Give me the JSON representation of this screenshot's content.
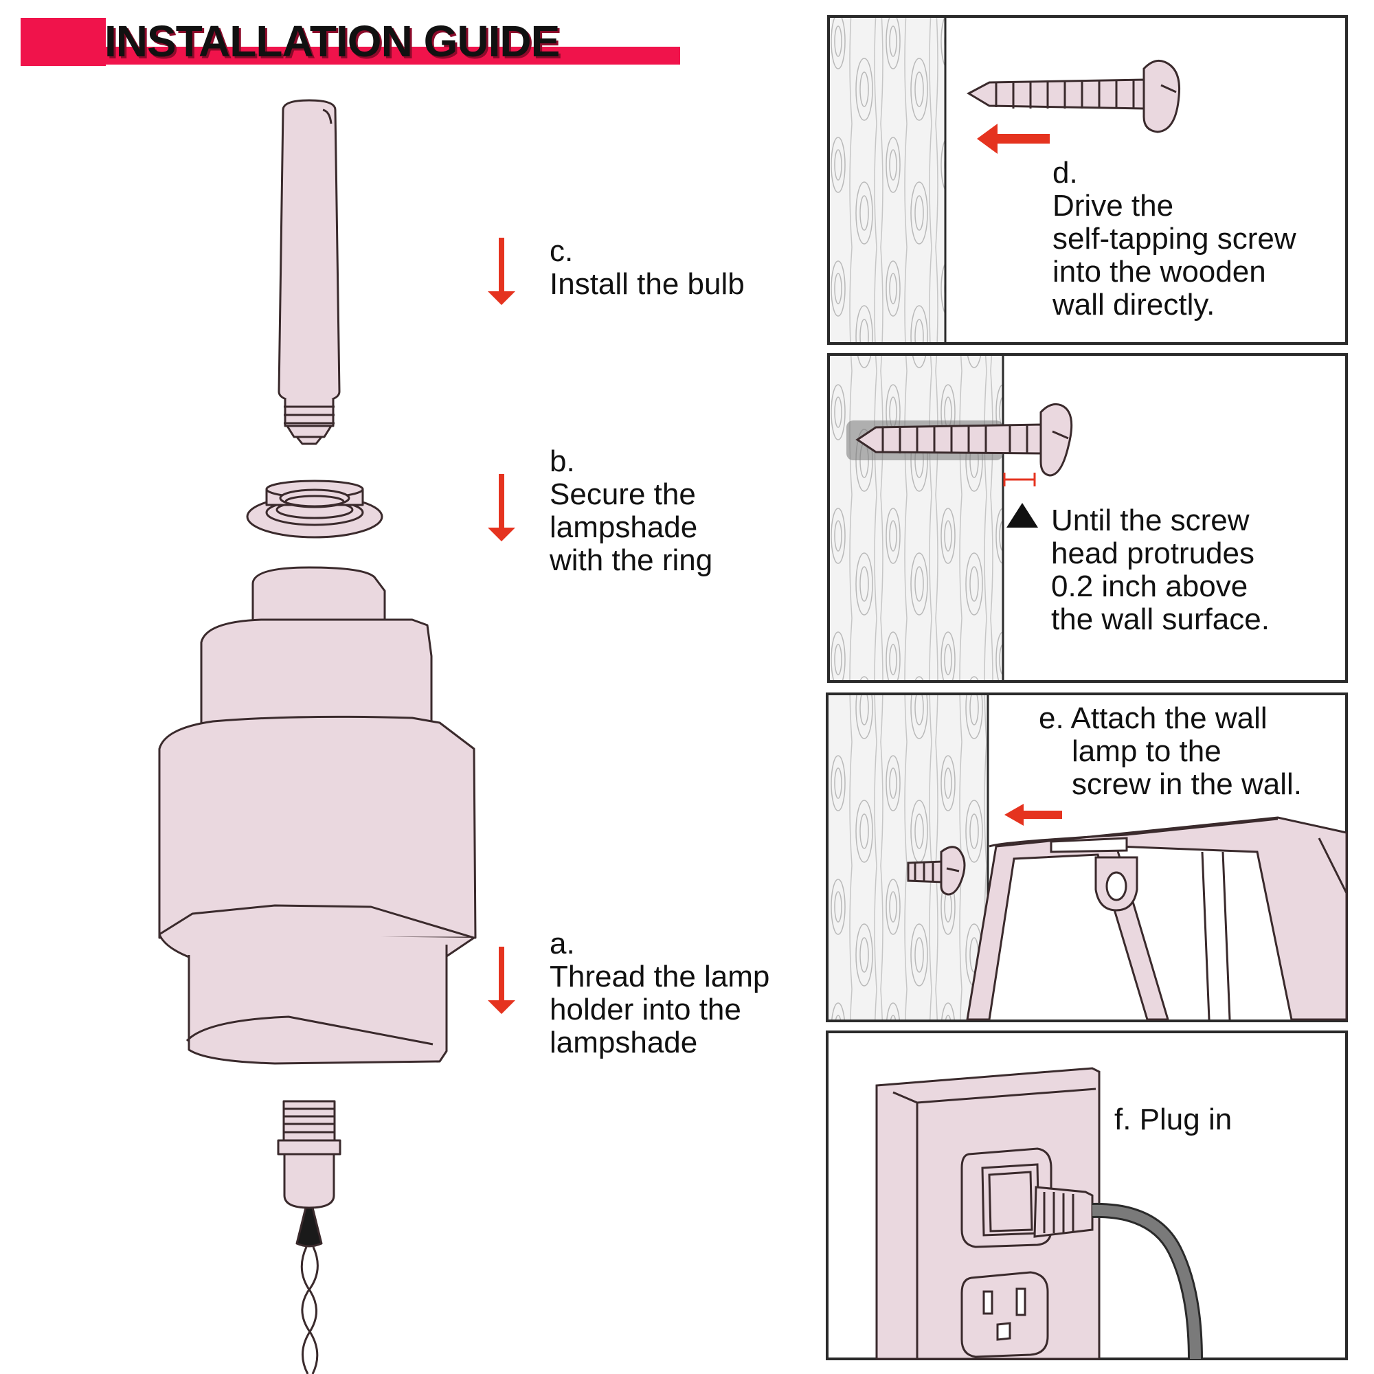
{
  "title": "INSTALLATION GUIDE",
  "colors": {
    "accent": "#f0134b",
    "arrow": "#e5331f",
    "fill": "#ead8df",
    "stroke": "#3a2a2c"
  },
  "steps_left": {
    "c": {
      "letter": "c.",
      "lines": [
        "Install the bulb"
      ]
    },
    "b": {
      "letter": "b.",
      "lines": [
        "Secure the",
        "lampshade",
        "with the ring"
      ]
    },
    "a": {
      "letter": "a.",
      "lines": [
        "Thread the lamp",
        "holder into the",
        "lampshade"
      ]
    }
  },
  "panels": {
    "d": {
      "letter": "d.",
      "lines": [
        "Drive the",
        "self-tapping screw",
        "into the wooden",
        "wall directly."
      ]
    },
    "protrude": {
      "lines": [
        "Until the screw",
        "head protrudes",
        "0.2 inch above",
        "the wall surface."
      ]
    },
    "e": {
      "lines": [
        "e. Attach the wall",
        "lamp to the",
        "screw in the wall."
      ]
    },
    "f": {
      "lines": [
        "f. Plug in"
      ]
    }
  }
}
